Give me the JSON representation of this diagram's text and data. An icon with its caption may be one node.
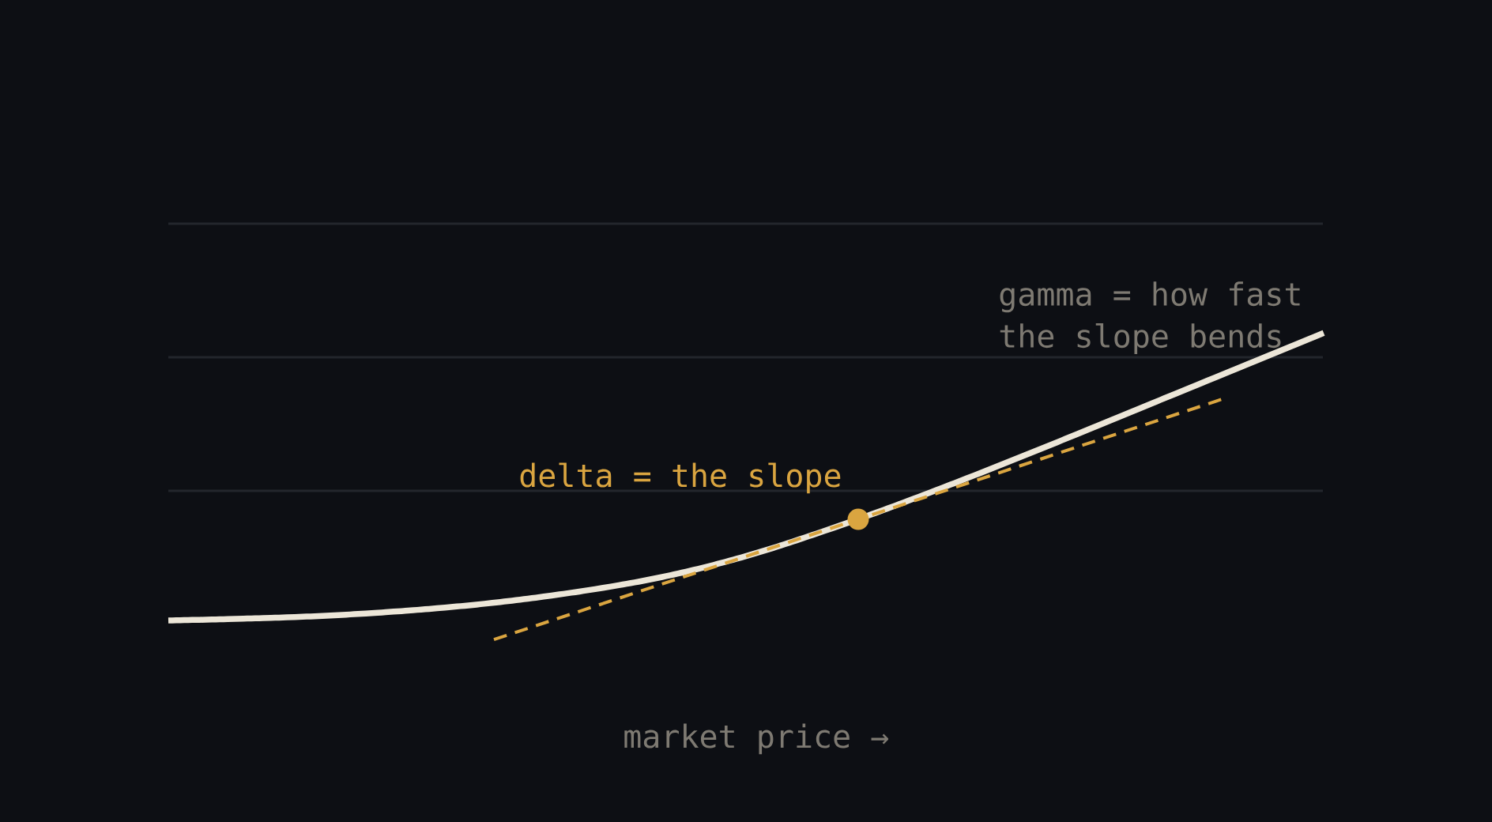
{
  "diagram": {
    "labels": [
      "gamma = how fast the slope bends",
      "delta = the slope",
      "market price →"
    ]
  }
}
